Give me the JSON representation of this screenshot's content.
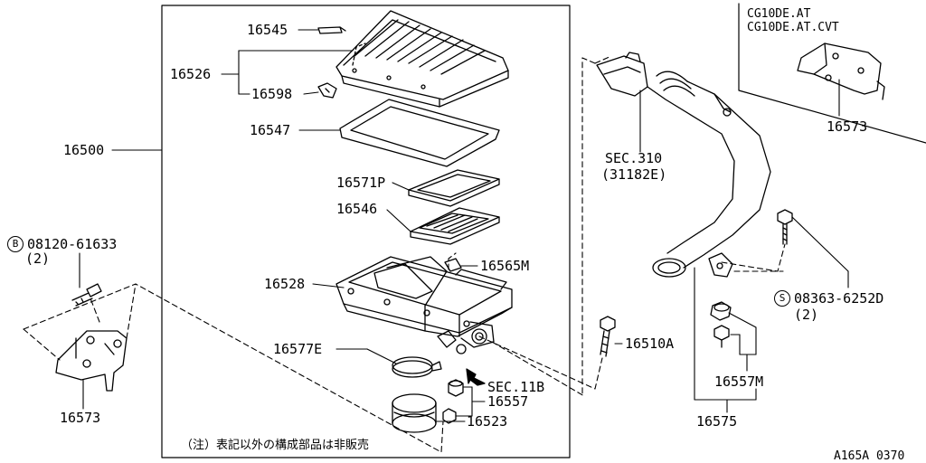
{
  "diagram": {
    "labels": {
      "p16545": "16545",
      "p16526": "16526",
      "p16598": "16598",
      "p16547": "16547",
      "p16500": "16500",
      "p16571p": "16571P",
      "p16546": "16546",
      "p16528": "16528",
      "p16565m": "16565M",
      "p16577e": "16577E",
      "p16557": "16557",
      "p16523": "16523",
      "p16510a": "16510A",
      "p16557m": "16557M",
      "p16575": "16575",
      "p16573_left": "16573",
      "p16573_right": "16573"
    },
    "sec310": {
      "line1": "SEC.310",
      "line2": "(31182E)"
    },
    "sec11b": "SEC.11B",
    "bolt_b": {
      "symbol": "B",
      "number": "08120-61633",
      "qty": "(2)"
    },
    "screw_s": {
      "symbol": "S",
      "number": "08363-6252D",
      "qty": "(2)"
    },
    "variants": {
      "line1": "CG10DE.AT",
      "line2": "CG10DE.AT.CVT"
    },
    "note": "（注）表記以外の構成部品は非販売",
    "diagram_id": "A165A 0370"
  }
}
